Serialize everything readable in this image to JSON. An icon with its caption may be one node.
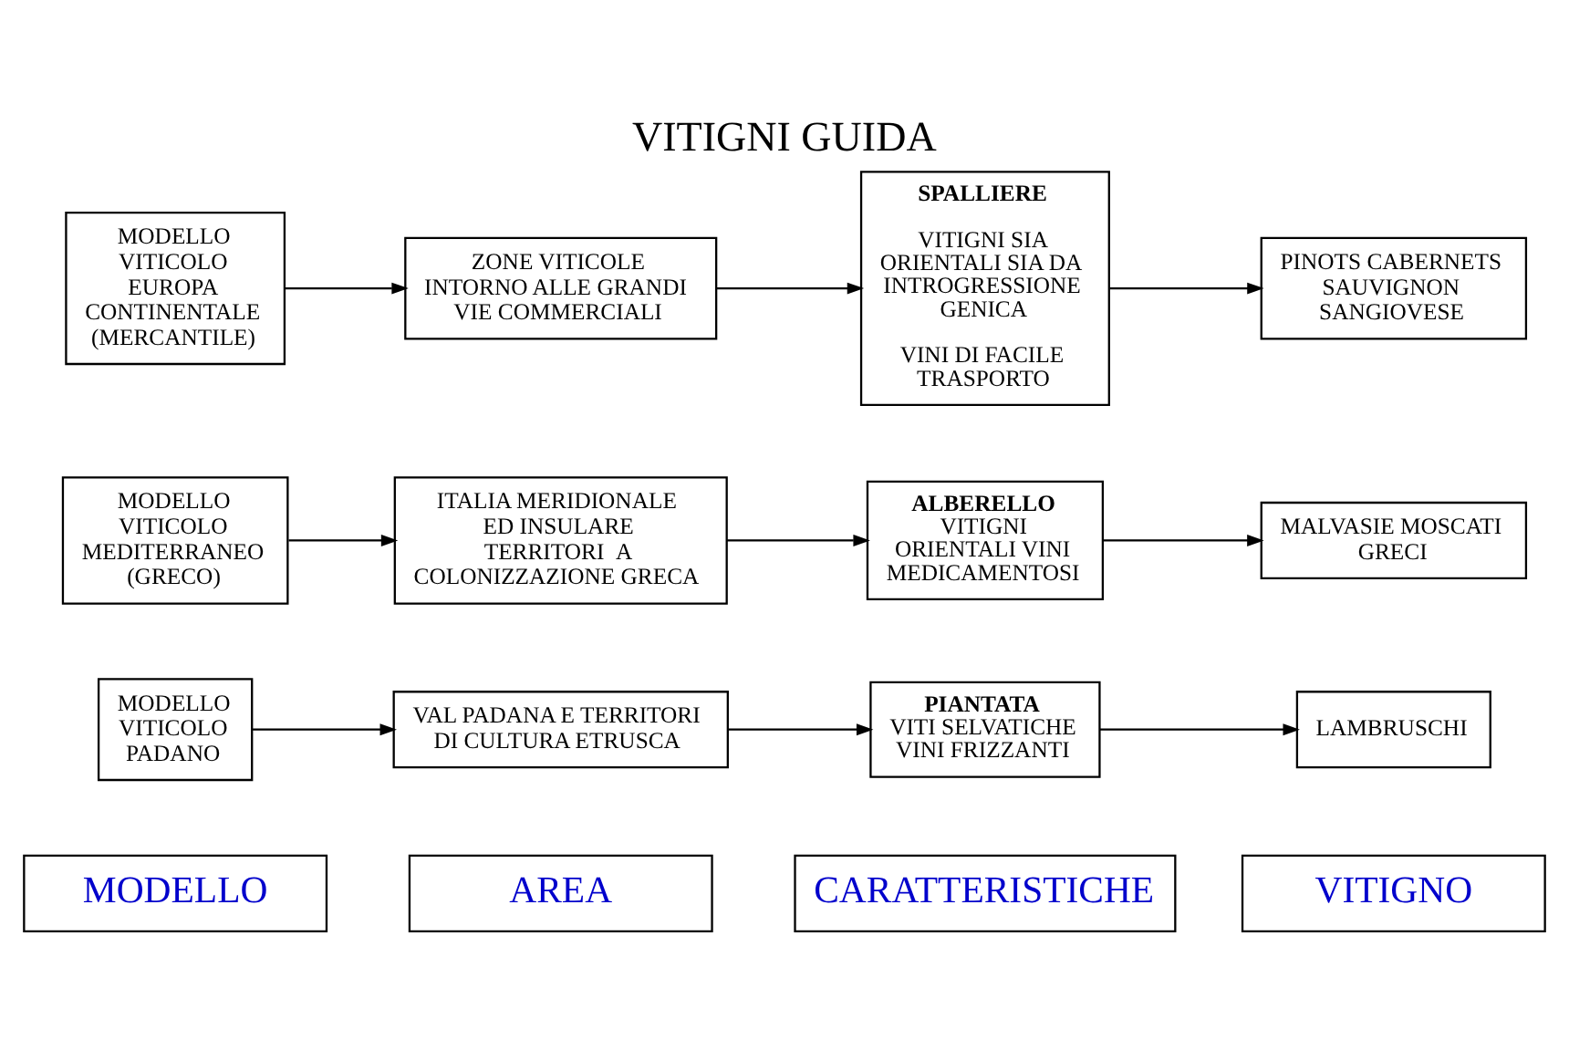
{
  "diagram": {
    "title": "VITIGNI GUIDA",
    "nodes": [
      {
        "text": [
          "MODELLO"
        ]
      },
      {
        "text": [
          "AREA"
        ]
      },
      {
        "text": [
          "CARATTERISTICHE"
        ]
      },
      {
        "text": [
          "VITIGNO"
        ]
      },
      {
        "text": [
          "MODELLO VITICOLO PADANO"
        ]
      },
      {
        "text": [
          "VAL PADANA E TERRITORI DI CULTURA ETRUSCA"
        ]
      },
      {
        "text": [
          "PIANTATA",
          "VITI SELVATICHE VINI FRIZZANTI"
        ]
      },
      {
        "text": [
          "LAMBRUSCHI"
        ]
      },
      {
        "text": [
          "MODELLO VITICOLO MEDITERRANEO (GRECO)"
        ]
      },
      {
        "text": [
          "ITALIA MERIDIONALE ED INSULARE TERRITORI  A COLONIZZAZIONE GRECA"
        ]
      },
      {
        "text": [
          "ALBERELLO",
          "VITIGNI ORIENTALI VINI MEDICAMENTOSI"
        ]
      },
      {
        "text": [
          "MALVASIE MOSCATI GRECI"
        ]
      },
      {
        "text": [
          "MODELLO VITICOLO EUROPA CONTINENTALE (MERCANTILE)"
        ]
      },
      {
        "text": [
          "ZONE VITICOLE INTORNO ALLE GRANDI VIE COMMERCIALI"
        ]
      },
      {
        "text": [
          "SPALLIERE",
          "VITIGNI SIA ORIENTALI SIA DA INTROGRESSIONE GENICA",
          "VINI DI FACILE TRASPORTO"
        ]
      },
      {
        "text": [
          "PINOTS CABERNETS SAUVIGNON SANGIOVESE"
        ]
      }
    ],
    "edges": [
      {
        "from": 4,
        "to": 5,
        "arrow": "to"
      },
      {
        "from": 5,
        "to": 6,
        "arrow": "to"
      },
      {
        "from": 6,
        "to": 7,
        "arrow": "to"
      },
      {
        "from": 8,
        "to": 9,
        "arrow": "to"
      },
      {
        "from": 9,
        "to": 10,
        "arrow": "to"
      },
      {
        "from": 10,
        "to": 11,
        "arrow": "to"
      },
      {
        "from": 12,
        "to": 13,
        "arrow": "to"
      },
      {
        "from": 13,
        "to": 14,
        "arrow": "to"
      },
      {
        "from": 14,
        "to": 15,
        "arrow": "to"
      }
    ]
  }
}
